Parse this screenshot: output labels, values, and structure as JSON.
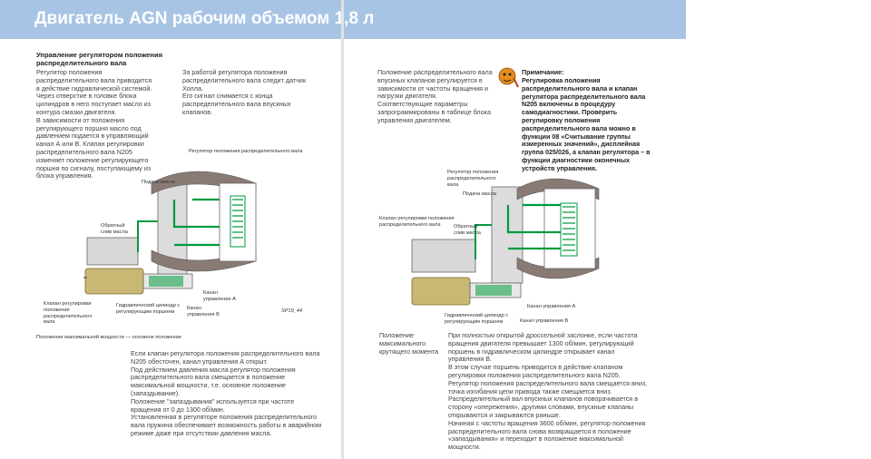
{
  "title": "Двигатель AGN рабочим объемом 1,8 л",
  "left_page": {
    "heading": "Управление регулятором положения распределительного вала",
    "col1": "Регулятор положения распределительного вала приводится в действие гидравлической системой. Через отверстие в головке блока цилиндров в него поступает масло из контура смазки двигателя.\nВ зависимости от положения регулирующего поршня масло под давлением подается в управляющий канал А или В. Клапан регулировки распределительного вала N205 изменяет положение регулирующего поршня по сигналу, поступающему из блока управления.",
    "col2": "За работой регулятора положения распределительного вала следит датчик Холла.\nЕго сигнал снимается с конца распределительного вала впускных клапанов.",
    "diagram": {
      "label_regulator": "Регулятор положения распределительного вала",
      "label_oil_supply": "Подача масла",
      "label_return": "Обратный слив масла",
      "label_valve": "Клапан регулировки положения распределительного вала",
      "label_cylinder": "Гидравлический цилиндр с регулирующим поршнем",
      "label_channel_a": "Канал управления A",
      "label_channel_b": "Канал управления B",
      "code": "SP19_44"
    },
    "caption": "Положение максимальной мощности — основное положение",
    "bottom": "Если клапан регулятора положения распределительного вала N205 обесточен, канал управления А открыт.\nПод действием давления масла регулятор положения распределительного вала смещается в положение максимальной мощности, т.е. основное положение (запаздывание).\nПоложение \"запаздывания\" используется при частоте вращения от 0 до 1300 об/мин.\nУстановленная в регуляторе положения распределительного вала пружина обеспечивает возможность работы в аварийном режиме даже при отсутствии давления масла."
  },
  "right_page": {
    "intro": "Положение распределительного вала впускных клапанов регулируется в зависимости от частоты вращения и нагрузки двигателя.\nСоответствующие параметры запрограммированы в таблице блока управления двигателем.",
    "note_title": "Примечание:",
    "note_body": "Регулировка положения распределительного вала и клапан регулятора распределительного вала N205 включены в процедуру самодиагностики. Проверить регулировку положения распределительного вала можно в функции 08 «Считывание группы измеренных значений», дисплейная группа 025/026, а клапан регулятора – в функции диагностики оконечных устройств управления.",
    "diagram": {
      "label_regulator": "Регулятор положения распределительного вала",
      "label_oil_supply": "Подача масла",
      "label_valve": "Клапан регулировки положения распределительного вала",
      "label_return": "Обратный слив масла",
      "label_channel_a": "Канал управления A",
      "label_cylinder": "Гидравлический цилиндр с регулирующим поршнем",
      "label_channel_b": "Канал управления B"
    },
    "caption": "Положение максимального крутящего момента",
    "bottom": "При полностью открытой дроссельной заслонке, если частота вращения двигателя превышает 1300 об/мин, регулирующий поршень в гидравлическом цилиндре открывает канал управления В.\nВ этом случае поршень приводится в действие клапаном регулировки положения распределительного вала N205.\nРегулятор положения распределительного вала смещается вниз, точка изгибания цепи привода также смещается вниз.\nРаспределительный вал впускных клапанов поворачивается в сторону «опережения», другими словами, впускные клапаны открываются и закрываются раньше.\nНачиная с частоты вращения 3600 об/мин, регулятор положения распределительного вала снова возвращается в положение «запаздывания» и переходит в положение максимальной мощности."
  }
}
